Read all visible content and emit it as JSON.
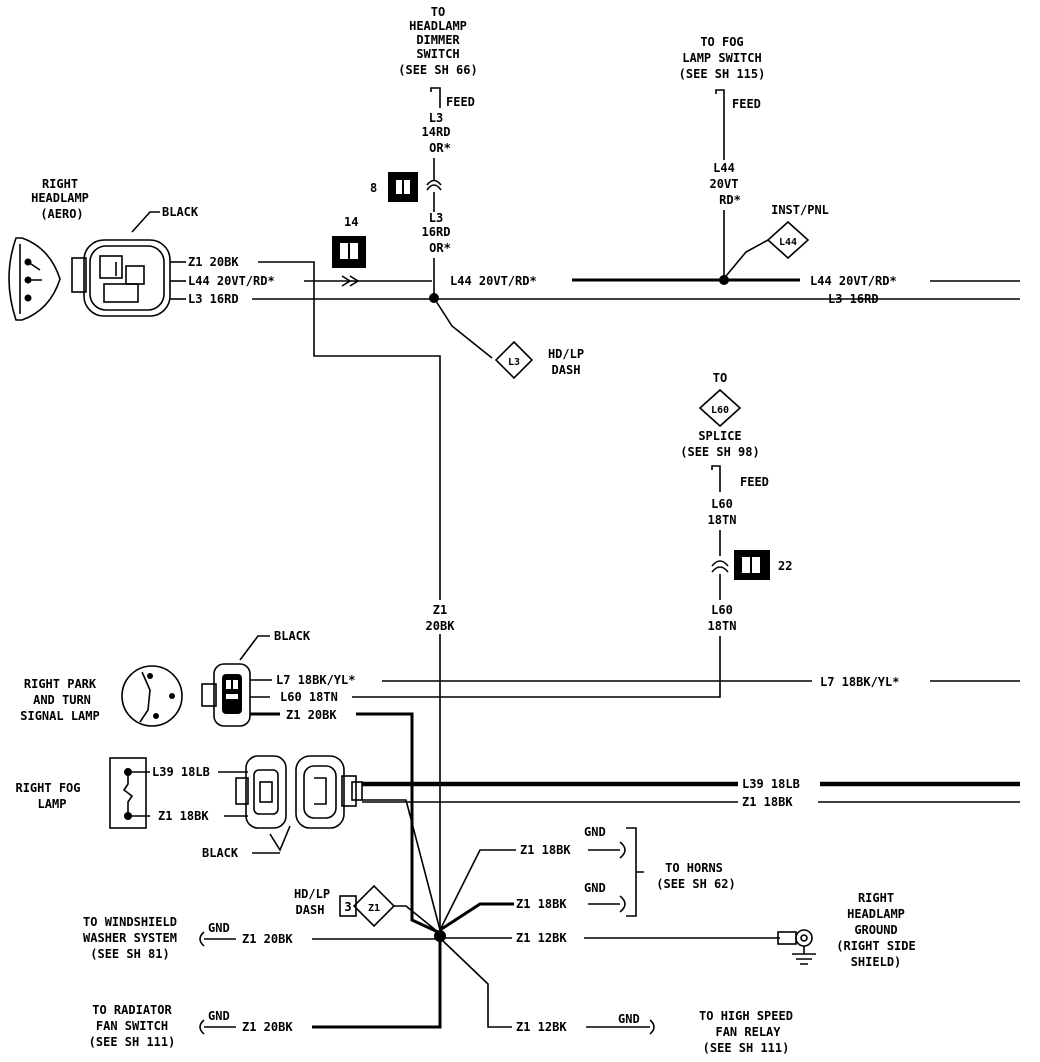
{
  "top": {
    "headlamp_dimmer": [
      "TO",
      "HEADLAMP",
      "DIMMER",
      "SWITCH",
      "(SEE SH 66)"
    ],
    "feed_1": "FEED",
    "l3_upper": [
      "L3",
      "14RD",
      "OR*"
    ],
    "conn_8": "8",
    "l3_lower": [
      "L3",
      "16RD",
      "OR*"
    ],
    "fog_switch": [
      "TO FOG",
      "LAMP SWITCH",
      "(SEE SH 115)"
    ],
    "feed_2": "FEED",
    "l44_vert": [
      "L44",
      "20VT",
      "RD*"
    ],
    "inst_pnl": "INST/PNL",
    "l44_tag": "L44"
  },
  "headlamp": {
    "label": [
      "RIGHT",
      "HEADLAMP",
      "(AERO)"
    ],
    "black": "BLACK",
    "z1": "Z1 20BK",
    "l44": "L44 20VT/RD*",
    "l3": "L3 16RD",
    "conn_14": "14"
  },
  "main_wires": {
    "l44_mid": "L44 20VT/RD*",
    "l44_right": "L44 20VT/RD*",
    "l3_right": "L3 16RD",
    "l3_tag": "L3",
    "hdlp_dash": [
      "HD/LP",
      "DASH"
    ]
  },
  "splice": {
    "to": "TO",
    "tag": "L60",
    "label": [
      "SPLICE",
      "(SEE SH 98)"
    ],
    "feed": "FEED",
    "l60_upper": [
      "L60",
      "18TN"
    ],
    "conn_22": "22",
    "l60_lower": [
      "L60",
      "18TN"
    ]
  },
  "z1_vert": [
    "Z1",
    "20BK"
  ],
  "park_lamp": {
    "label": [
      "RIGHT PARK",
      "AND TURN",
      "SIGNAL LAMP"
    ],
    "black": "BLACK",
    "l7": "L7 18BK/YL*",
    "l60": "L60 18TN",
    "z1": "Z1 20BK",
    "l7_right": "L7 18BK/YL*"
  },
  "fog_lamp": {
    "label": [
      "RIGHT FOG",
      "LAMP"
    ],
    "l39": "L39 18LB",
    "z1": "Z1 18BK",
    "black": "BLACK",
    "l39_right": "L39 18LB",
    "z1_right": "Z1 18BK"
  },
  "ground": {
    "horn_gnd1": "GND",
    "horn_z1_1": "Z1 18BK",
    "horn_gnd2": "GND",
    "horn_z1_2": "Z1 18BK",
    "horns": [
      "TO HORNS",
      "(SEE SH 62)"
    ],
    "hdlp_dash": [
      "HD/LP",
      "DASH"
    ],
    "conn_3": "3",
    "z1_tag": "Z1",
    "washer": [
      "TO WINDSHIELD",
      "WASHER SYSTEM",
      "(SEE SH 81)"
    ],
    "washer_gnd": "GND",
    "washer_z1": "Z1 20BK",
    "z1_12bk": "Z1 12BK",
    "hl_ground": [
      "RIGHT",
      "HEADLAMP",
      "GROUND",
      "(RIGHT SIDE",
      "SHIELD)"
    ],
    "radiator": [
      "TO RADIATOR",
      "FAN SWITCH",
      "(SEE SH 111)"
    ],
    "radiator_gnd": "GND",
    "radiator_z1": "Z1 20BK",
    "fan_z1": "Z1 12BK",
    "fan_gnd": "GND",
    "fan_relay": [
      "TO HIGH SPEED",
      "FAN RELAY",
      "(SEE SH 111)"
    ]
  }
}
